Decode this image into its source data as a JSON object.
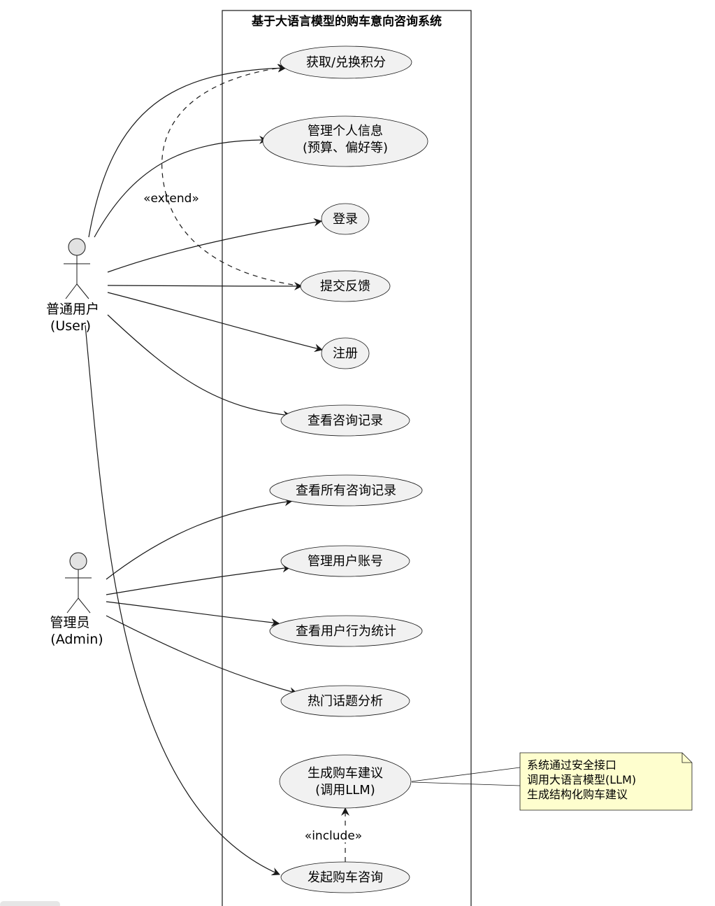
{
  "system": {
    "title": "基于大语言模型的购车意向咨询系统"
  },
  "actors": {
    "user": {
      "line1": "普通用户",
      "line2": "(User)"
    },
    "admin": {
      "line1": "管理员",
      "line2": "(Admin)"
    }
  },
  "usecases": {
    "points": {
      "line1": "获取/兑换积分"
    },
    "profile": {
      "line1": "管理个人信息",
      "line2": "(预算、偏好等)"
    },
    "login": {
      "line1": "登录"
    },
    "feedback": {
      "line1": "提交反馈"
    },
    "register": {
      "line1": "注册"
    },
    "history": {
      "line1": "查看咨询记录"
    },
    "all_history": {
      "line1": "查看所有咨询记录"
    },
    "accounts": {
      "line1": "管理用户账号"
    },
    "stats": {
      "line1": "查看用户行为统计"
    },
    "topics": {
      "line1": "热门话题分析"
    },
    "advice": {
      "line1": "生成购车建议",
      "line2": "(调用LLM)"
    },
    "consult": {
      "line1": "发起购车咨询"
    }
  },
  "relations": {
    "extend": "«extend»",
    "include": "«include»"
  },
  "note": {
    "line1": "系统通过安全接口",
    "line2": "调用大语言模型(LLM)",
    "line3": "生成结构化购车建议"
  },
  "colors": {
    "usecase_fill": "#f1f1f1",
    "note_fill": "#fefece",
    "line": "#181818"
  }
}
